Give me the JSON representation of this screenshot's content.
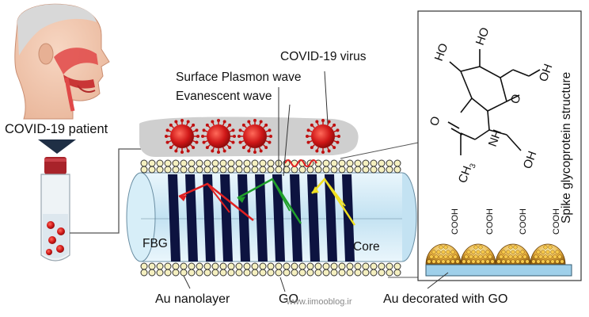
{
  "labels": {
    "patient": "COVID-19 patient",
    "virus": "COVID-19 virus",
    "surface_plasmon": "Surface Plasmon wave",
    "evanescent": "Evanescent wave",
    "fbg": "FBG",
    "core": "Core",
    "au_nanolayer": "Au nanolayer",
    "go": "GO",
    "au_decorated": "Au decorated with GO",
    "spike": "Spike glycoprotein structure",
    "watermark": "www.iimooblog.ir"
  },
  "molecule": {
    "ho_top": "HO",
    "ho_left": "HO",
    "oh_right": "OH",
    "o_ring": "O",
    "o_carbonyl": "O",
    "nh": "NH",
    "oh_bottom": "OH",
    "ch3": "CH",
    "ch3_sub": "3"
  },
  "cooh_groups": [
    "COOH",
    "COOH",
    "COOH",
    "COOH"
  ],
  "colors": {
    "virus_red": "#d01818",
    "fiber_blue": "#c9e4f3",
    "grating_navy": "#0d1340",
    "gold": "#d9a23a",
    "go_plate": "#9fd0ea",
    "arrow_red": "#e02020",
    "arrow_green": "#1fa02a",
    "arrow_yellow": "#f0e020"
  }
}
